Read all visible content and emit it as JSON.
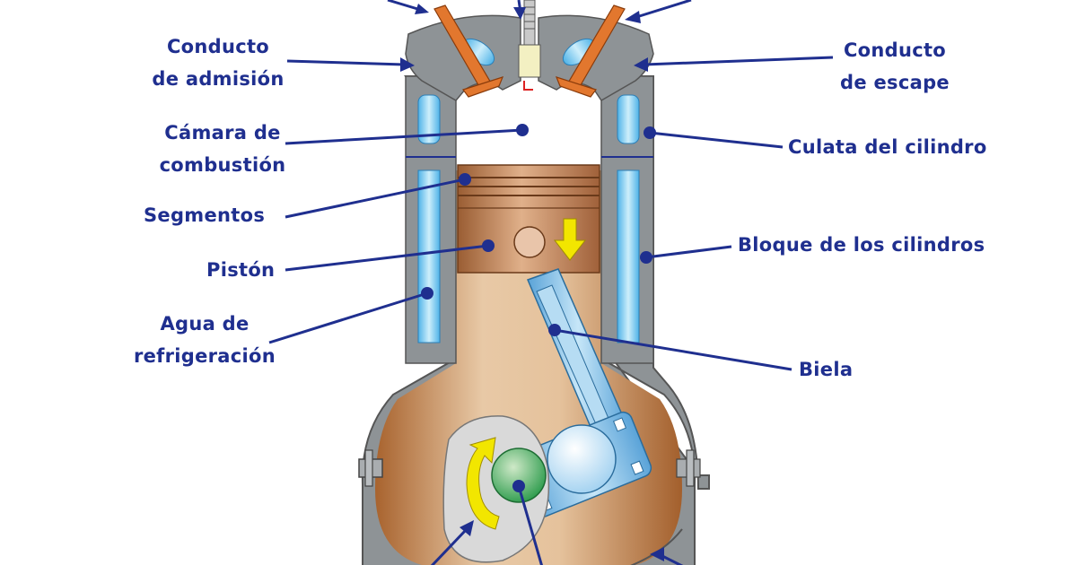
{
  "diagram": {
    "labels": {
      "intake_duct_line1": "Conducto",
      "intake_duct_line2": "de admisión",
      "exhaust_duct_line1": "Conducto",
      "exhaust_duct_line2": "de escape",
      "combustion_chamber_line1": "Cámara de",
      "combustion_chamber_line2": "combustión",
      "cylinder_head": "Culata del cilindro",
      "rings": "Segmentos",
      "piston": "Pistón",
      "cylinder_block": "Bloque de los cilindros",
      "coolant_line1": "Agua de",
      "coolant_line2": "refrigeración",
      "connecting_rod": "Biela"
    },
    "colors": {
      "label_text": "#1f2f8f",
      "leader_line": "#1f2f8f",
      "engine_casing": "#8e9396",
      "coolant_water": "#8fd3f0",
      "crankcase_oil": "#c98a4e",
      "piston": "#b87a4e",
      "connecting_rod": "#7ab8e2",
      "valve": "#e2772e",
      "arrow": "#f2e600",
      "crank_pin": "#34a853"
    }
  }
}
